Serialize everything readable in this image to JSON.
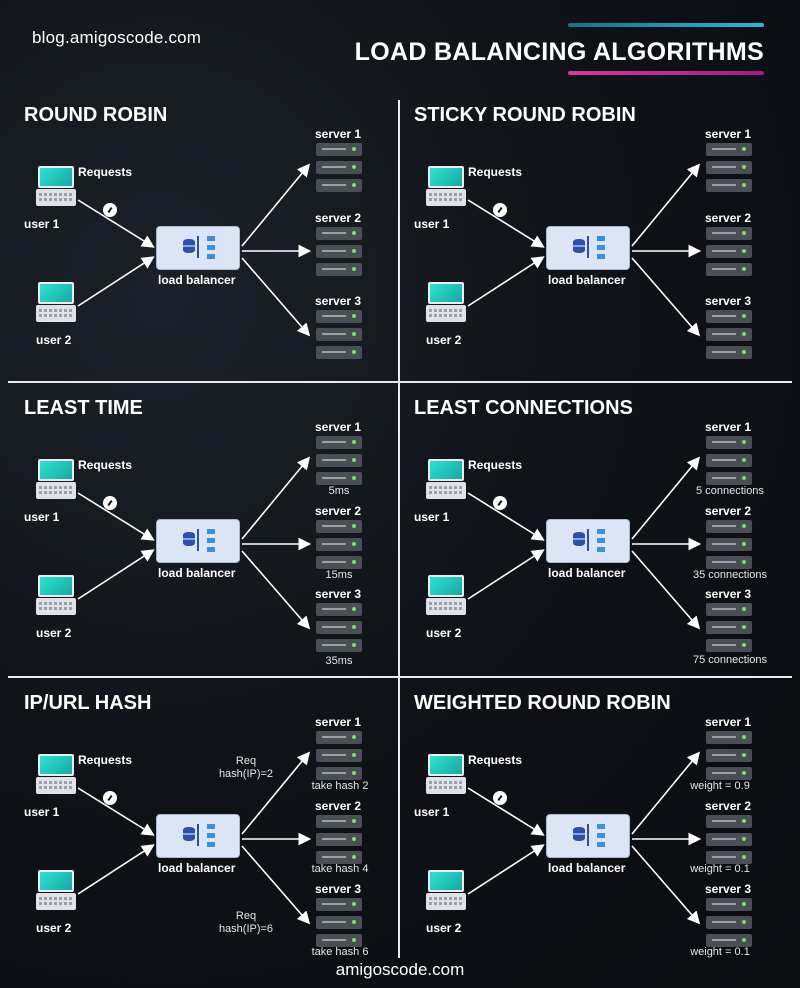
{
  "header": {
    "site": "blog.amigoscode.com",
    "title": "LOAD BALANCING ALGORITHMS",
    "accent_top": "#2ab7d6",
    "accent_bottom": "#d63a9a"
  },
  "footer": {
    "site": "amigoscode.com"
  },
  "common": {
    "requests_label": "Requests",
    "lb_label": "load balancer",
    "user1": "user 1",
    "user2": "user 2",
    "server1": "server 1",
    "server2": "server 2",
    "server3": "server 3"
  },
  "panels": {
    "rr": {
      "title": "ROUND ROBIN"
    },
    "srr": {
      "title": "STICKY ROUND ROBIN"
    },
    "lt": {
      "title": "LEAST TIME",
      "s1": "5ms",
      "s2": "15ms",
      "s3": "35ms"
    },
    "lc": {
      "title": "LEAST CONNECTIONS",
      "s1": "5 connections",
      "s2": "35 connections",
      "s3": "75 connections"
    },
    "ip": {
      "title": "IP/URL HASH",
      "req1": "Req",
      "hash1": "hash(IP)=2",
      "req2": "Req",
      "hash2": "hash(IP)=6",
      "s1": "take hash 2",
      "s2": "take hash 4",
      "s3": "take hash 6"
    },
    "wrr": {
      "title": "WEIGHTED ROUND ROBIN",
      "s1": "weight = 0.9",
      "s2": "weight = 0.1",
      "s3": "weight = 0.1"
    }
  },
  "icons": {
    "user_device": "laptop-icon",
    "load_balancer": "load-balancer-icon",
    "server": "server-rack-icon",
    "request": "request-badge-icon"
  }
}
